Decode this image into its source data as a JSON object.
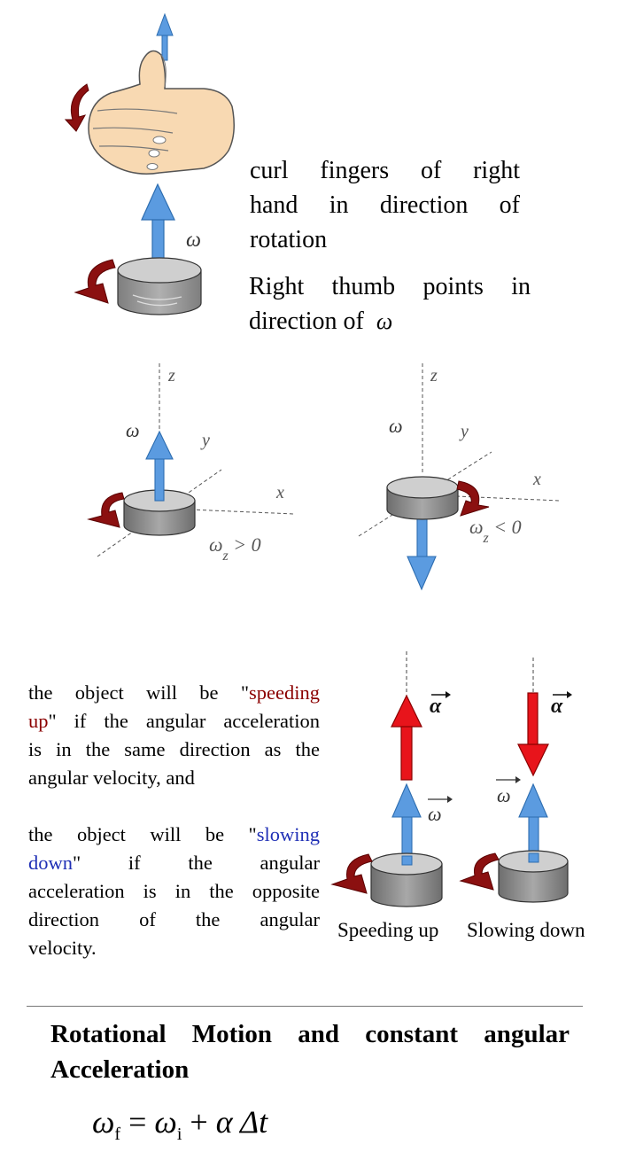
{
  "right_hand_rule": {
    "line1": "curl fingers of right",
    "line2": "hand in direction of",
    "line3": "rotation",
    "thumb_line1": "Right thumb points in",
    "thumb_line2_prefix": "direction of",
    "omega_symbol": "ω"
  },
  "axes_diagrams": {
    "z_label": "z",
    "y_label": "y",
    "x_label": "x",
    "omega_label": "ω",
    "left_condition": "ω",
    "left_condition_sub": "z",
    "left_condition_rest": " > 0",
    "right_condition": "ω",
    "right_condition_sub": "z",
    "right_condition_rest": " < 0"
  },
  "explanation": {
    "p1_line1_prefix": "the object will be \"",
    "p1_line1_highlight": "speeding",
    "p1_line2_highlight": "up",
    "p1_line2_rest": "\" if the angular acceleration",
    "p1_line3": "is in the same direction as the",
    "p1_line4": "angular velocity, and",
    "p2_line1_prefix": "the object will be \"",
    "p2_line1_highlight": "slowing",
    "p2_line2_highlight": "down",
    "p2_line2_rest": "\" if the angular",
    "p2_line3": "acceleration is in the opposite",
    "p2_line4": "direction of the angular",
    "p2_line5": "velocity."
  },
  "acceleration_diagrams": {
    "alpha_label": "α",
    "omega_label": "ω",
    "caption_left": "Speeding up",
    "caption_right": "Slowing down"
  },
  "heading": {
    "line1": "Rotational Motion and constant angular",
    "line2": "Acceleration"
  },
  "equation": {
    "omega": "ω",
    "sub_f": "f",
    "equals": " = ",
    "sub_i": "i",
    "plus": " + ",
    "alpha": "α",
    "delta_t": " Δt"
  },
  "colors": {
    "omega_arrow": "#5b9be0",
    "alpha_arrow": "#e8141b",
    "rotation_arrow": "#8b1010",
    "disk_top": "#cfcfcf",
    "disk_side": "#9a9a9a",
    "hand": "#f8d9b2"
  }
}
